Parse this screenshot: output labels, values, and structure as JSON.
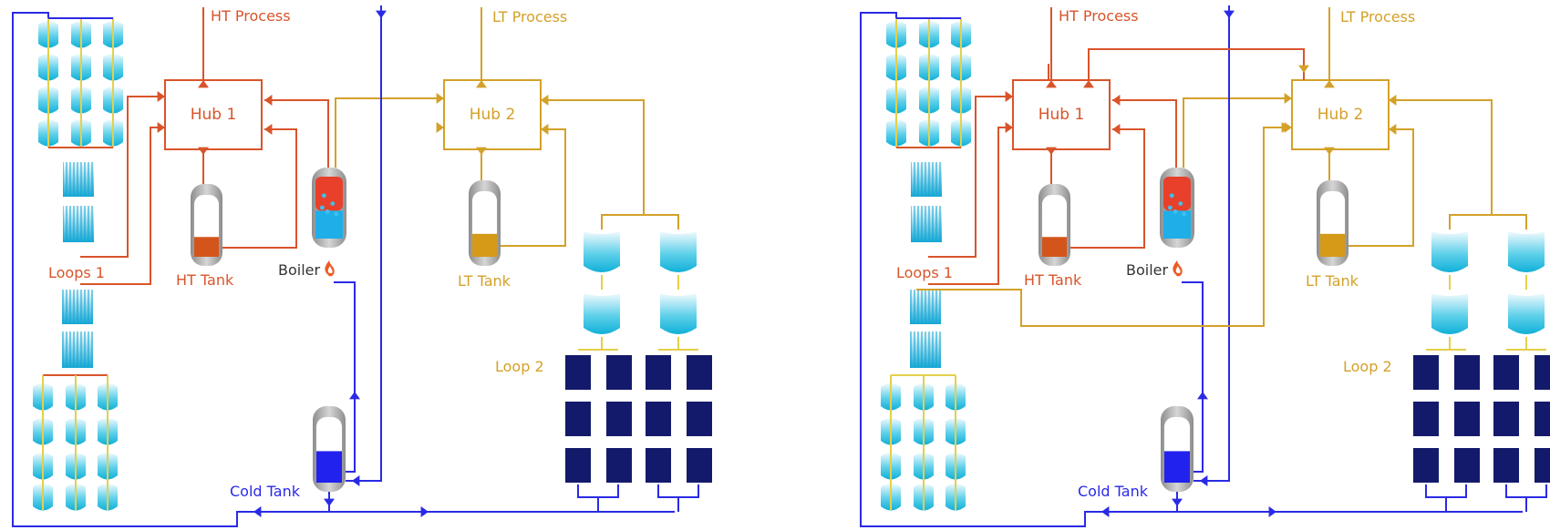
{
  "colors": {
    "ht": "#d9542a",
    "lt": "#d4a128",
    "cold": "#2a2ae6",
    "panel": "#141a6b",
    "collector": "#18b8d8",
    "boiler_red": "#e8402a",
    "boiler_blue": "#1eaee8",
    "ht_fluid": "#d4551c",
    "lt_fluid": "#d49a18",
    "cold_fluid": "#2222ee"
  },
  "diagrams": [
    {
      "ht_process": "HT Process",
      "lt_process": "LT Process",
      "hub1": "Hub 1",
      "hub2": "Hub 2",
      "loops1": "Loops 1",
      "ht_tank": "HT Tank",
      "boiler": "Boiler",
      "lt_tank": "LT Tank",
      "loop2": "Loop 2",
      "cold_tank": "Cold Tank"
    },
    {
      "ht_process": "HT Process",
      "lt_process": "LT Process",
      "hub1": "Hub 1",
      "hub2": "Hub 2",
      "loops1": "Loops 1",
      "ht_tank": "HT Tank",
      "boiler": "Boiler",
      "lt_tank": "LT Tank",
      "loop2": "Loop 2",
      "cold_tank": "Cold Tank"
    }
  ],
  "icons": {
    "flame": "flame-icon",
    "arrow": "flow-arrow-icon"
  }
}
